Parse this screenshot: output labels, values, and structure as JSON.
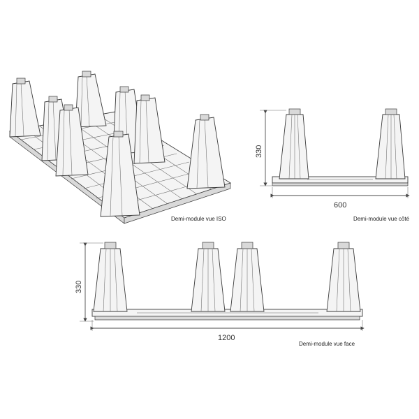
{
  "views": {
    "iso": {
      "caption": "Demi-module vue ISO"
    },
    "side": {
      "caption": "Demi-module vue côté",
      "height_dim": "330",
      "width_dim": "600"
    },
    "front": {
      "caption": "Demi-module vue face",
      "height_dim": "330",
      "width_dim": "1200"
    }
  },
  "colors": {
    "line": "#3a3a3a",
    "fill": "#f4f4f4"
  }
}
